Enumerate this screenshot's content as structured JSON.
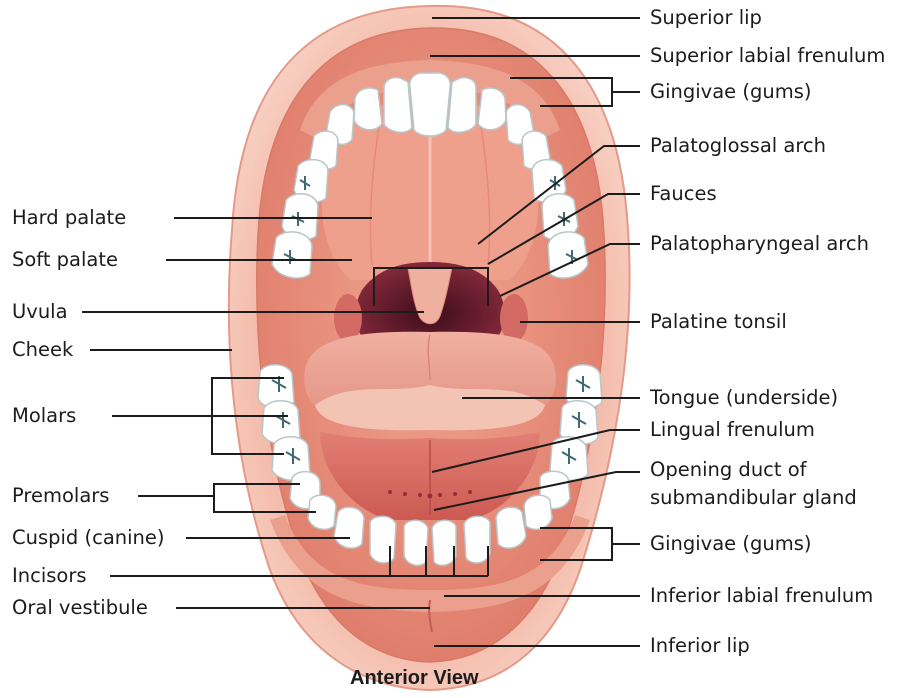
{
  "diagram": {
    "caption": "Anterior View",
    "labels_right": {
      "superior_lip": "Superior lip",
      "superior_labial_frenulum": "Superior labial frenulum",
      "gingivae_upper": "Gingivae (gums)",
      "palatoglossal_arch": "Palatoglossal arch",
      "fauces": "Fauces",
      "palatopharyngeal_arch": "Palatopharyngeal arch",
      "palatine_tonsil": "Palatine tonsil",
      "tongue_underside": "Tongue (underside)",
      "lingual_frenulum": "Lingual frenulum",
      "opening_duct_line1": "Opening duct of",
      "opening_duct_line2": "submandibular gland",
      "gingivae_lower": "Gingivae (gums)",
      "inferior_labial_frenulum": "Inferior labial frenulum",
      "inferior_lip": "Inferior lip"
    },
    "labels_left": {
      "hard_palate": "Hard palate",
      "soft_palate": "Soft palate",
      "uvula": "Uvula",
      "cheek": "Cheek",
      "molars": "Molars",
      "premolars": "Premolars",
      "cuspid": "Cuspid (canine)",
      "incisors": "Incisors",
      "oral_vestibule": "Oral vestibule"
    },
    "colors": {
      "lip": "#f2b9a8",
      "lip_edge": "#e0907c",
      "mucosa": "#e58e7a",
      "palate": "#ee9c88",
      "throat": "#5a1a2c",
      "tongue": "#e9a08e",
      "tongue_under": "#d7645a",
      "teeth": "#ffffff",
      "tooth_outline": "#b9c6c8",
      "leader": "#1c1c1c"
    }
  }
}
